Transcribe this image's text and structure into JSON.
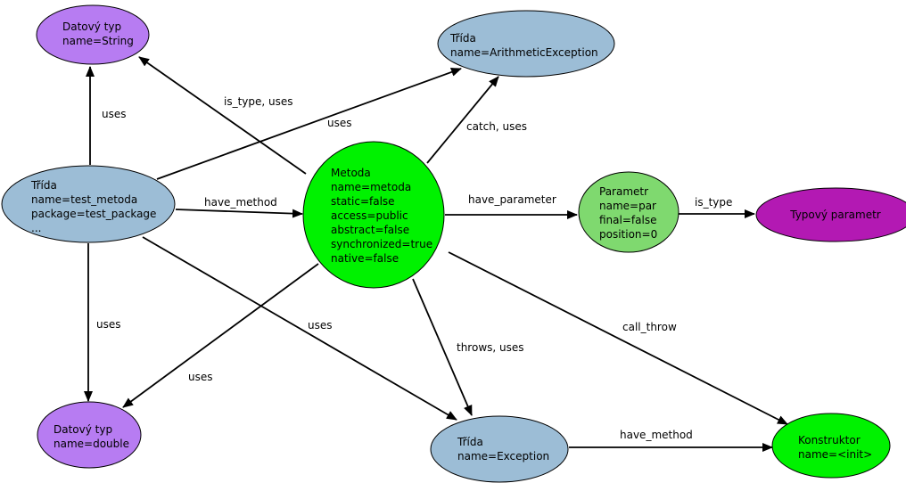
{
  "colors": {
    "blue": "#9cbdd6",
    "purple": "#b77cf2",
    "green": "#00f200",
    "light_green": "#7fd96f",
    "magenta": "#b319b3",
    "edge": "#000000"
  },
  "nodes": [
    {
      "id": "n-string",
      "color": "purple",
      "lines": [
        "Datový typ",
        "name=String"
      ]
    },
    {
      "id": "n-arith",
      "color": "blue",
      "lines": [
        "Třída",
        "name=ArithmeticException"
      ]
    },
    {
      "id": "n-trida-main",
      "color": "blue",
      "lines": [
        "Třída",
        "name=test_metoda",
        "package=test_package",
        "..."
      ]
    },
    {
      "id": "n-metoda",
      "color": "green",
      "lines": [
        "Metoda",
        "name=metoda",
        "static=false",
        "access=public",
        "abstract=false",
        "synchronized=true",
        "native=false"
      ]
    },
    {
      "id": "n-parametr",
      "color": "light_green",
      "lines": [
        "Parametr",
        "name=par",
        "final=false",
        "position=0"
      ]
    },
    {
      "id": "n-typovy",
      "color": "magenta",
      "lines": [
        "Typový parametr"
      ]
    },
    {
      "id": "n-double",
      "color": "purple",
      "lines": [
        "Datový typ",
        "name=double"
      ]
    },
    {
      "id": "n-exception",
      "color": "blue",
      "lines": [
        "Třída",
        "name=Exception"
      ]
    },
    {
      "id": "n-konstruktor",
      "color": "green",
      "lines": [
        "Konstruktor",
        "name=<init>"
      ]
    }
  ],
  "edges": [
    {
      "from": "n-trida-main",
      "to": "n-string",
      "label": "uses"
    },
    {
      "from": "n-trida-main",
      "to": "n-arith",
      "label": "uses"
    },
    {
      "from": "n-trida-main",
      "to": "n-metoda",
      "label": "have_method"
    },
    {
      "from": "n-trida-main",
      "to": "n-double",
      "label": "uses"
    },
    {
      "from": "n-trida-main",
      "to": "n-exception",
      "label": "uses"
    },
    {
      "from": "n-metoda",
      "to": "n-string",
      "label": "is_type, uses"
    },
    {
      "from": "n-metoda",
      "to": "n-arith",
      "label": "catch, uses"
    },
    {
      "from": "n-metoda",
      "to": "n-parametr",
      "label": "have_parameter"
    },
    {
      "from": "n-parametr",
      "to": "n-typovy",
      "label": "is_type"
    },
    {
      "from": "n-metoda",
      "to": "n-double",
      "label": "uses"
    },
    {
      "from": "n-metoda",
      "to": "n-exception",
      "label": "throws, uses"
    },
    {
      "from": "n-metoda",
      "to": "n-konstruktor",
      "label": "call_throw"
    },
    {
      "from": "n-exception",
      "to": "n-konstruktor",
      "label": "have_method"
    }
  ]
}
